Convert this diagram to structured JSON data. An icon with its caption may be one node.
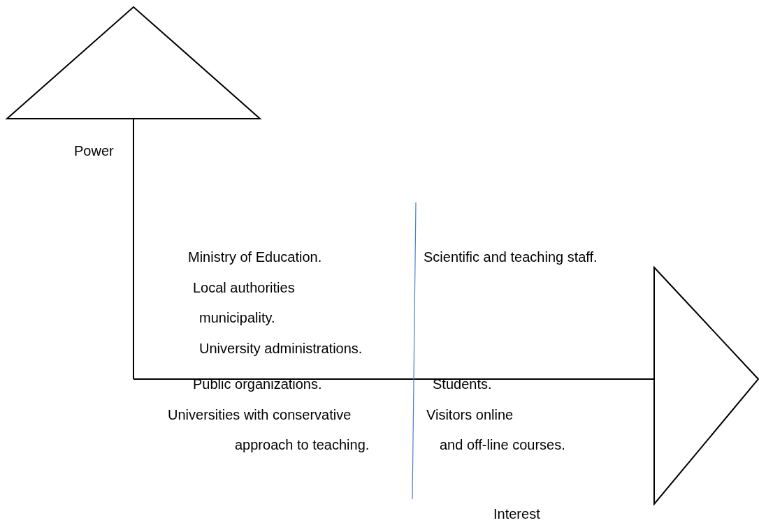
{
  "diagram": {
    "labels": [
      "Power",
      "Ministry of Education.",
      "Scientific and teaching staff.",
      "Local authorities",
      "municipality.",
      "University administrations.",
      "Public organizations.",
      "Students.",
      "Universities with conservative",
      "Visitors online",
      "approach to teaching.",
      "and off-line courses.",
      "Interest"
    ]
  }
}
